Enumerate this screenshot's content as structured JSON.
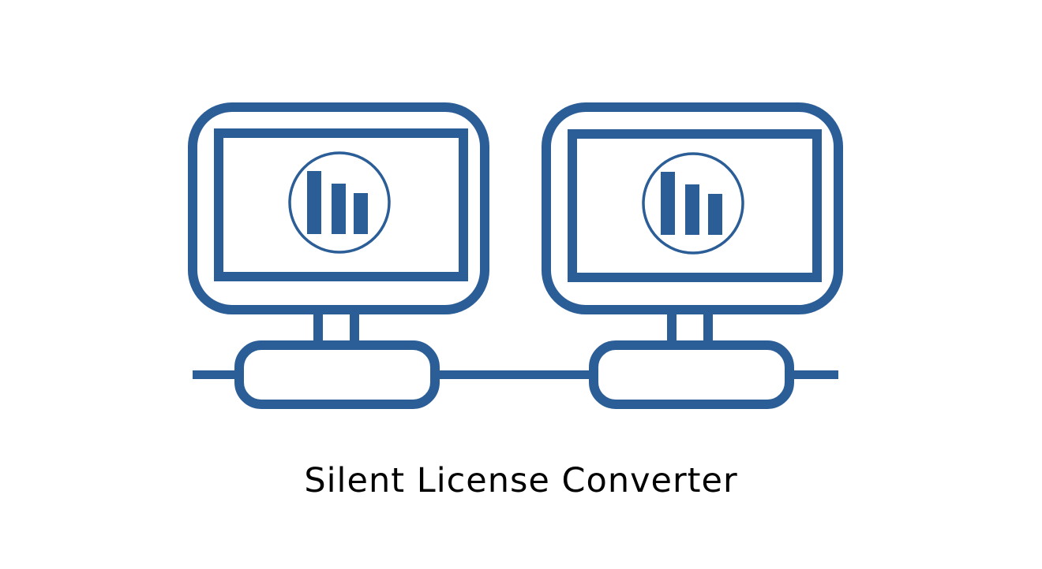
{
  "caption": "Silent License Converter",
  "colors": {
    "stroke": "#2B5D97",
    "background": "#FFFFFF",
    "text": "#000000"
  },
  "nodes": [
    {
      "id": "computer-1",
      "icon": "monitor-with-bar-chart-icon"
    },
    {
      "id": "computer-2",
      "icon": "monitor-with-bar-chart-icon"
    }
  ],
  "connections": [
    {
      "from": "computer-1",
      "to": "computer-2",
      "type": "network-line"
    }
  ]
}
